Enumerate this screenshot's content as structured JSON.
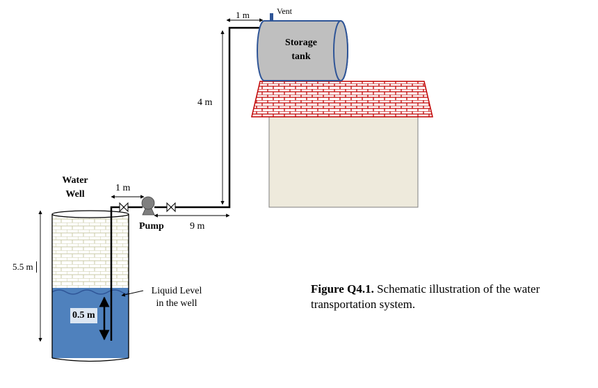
{
  "labels": {
    "vent": "Vent",
    "storage_tank": [
      "Storage",
      "tank"
    ],
    "water_well": [
      "Water",
      "Well"
    ],
    "pump": "Pump",
    "liquid_level": [
      "Liquid Level",
      "in the well"
    ],
    "depth_0_5": "0.5 m"
  },
  "dimensions": {
    "top_pipe_length": "1 m",
    "riser_height": "4 m",
    "well_to_pump": "1 m",
    "horizontal_run": "9 m",
    "well_depth": "5.5 m"
  },
  "caption": {
    "label": "Figure Q4.1.",
    "text": " Schematic illustration of the water transportation system."
  },
  "colors": {
    "water": "#4f81bd",
    "tank_body": "#bfbfbf",
    "tank_outline": "#2f5597",
    "roof": "#c00000",
    "house_wall": "#eeeadc",
    "brick_line": "#c9c9a5",
    "pipe": "#000000"
  }
}
